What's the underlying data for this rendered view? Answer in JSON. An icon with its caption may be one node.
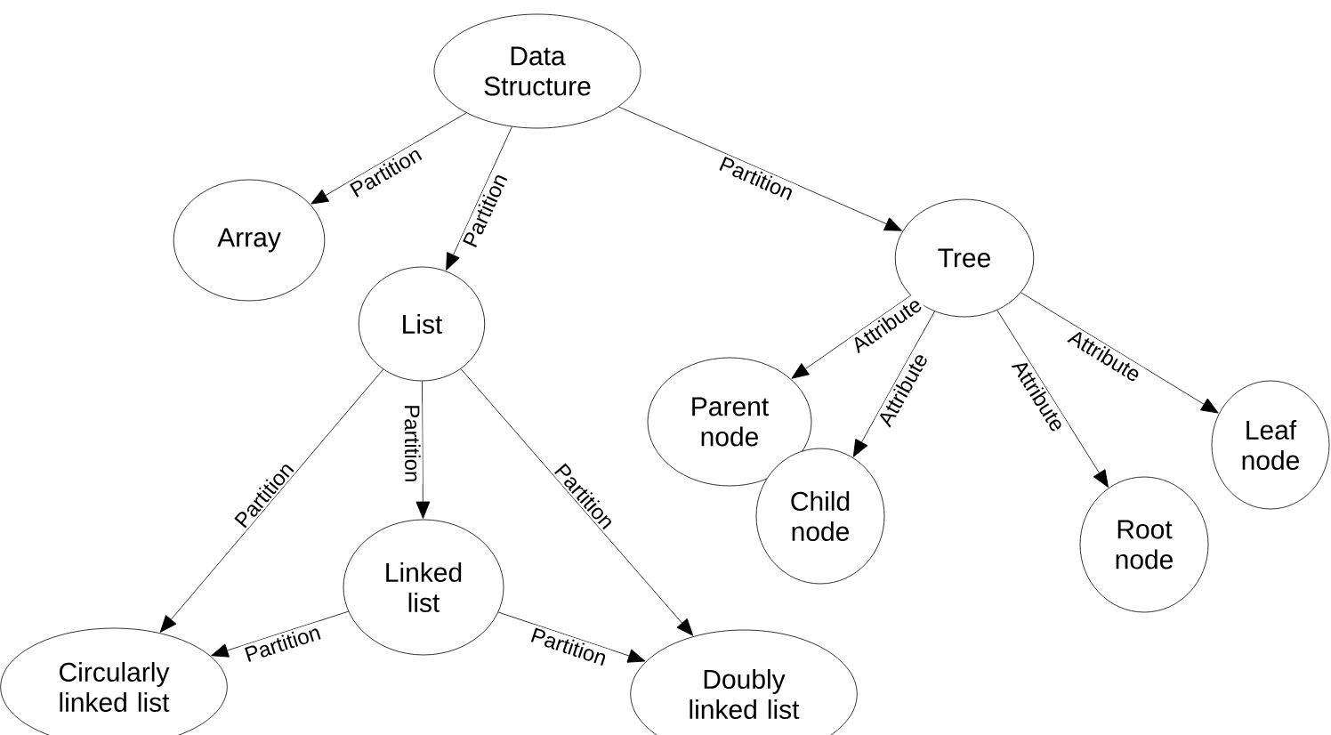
{
  "diagram": {
    "nodes": [
      {
        "text": [
          "Data Structure"
        ]
      },
      {
        "text": [
          "Array"
        ]
      },
      {
        "text": [
          "List"
        ]
      },
      {
        "text": [
          "Tree"
        ]
      },
      {
        "text": [
          "Parent node"
        ]
      },
      {
        "text": [
          "Child node"
        ]
      },
      {
        "text": [
          "Root node"
        ]
      },
      {
        "text": [
          "Leaf node"
        ]
      },
      {
        "text": [
          "Linked list"
        ]
      },
      {
        "text": [
          "Circularly linked list"
        ]
      },
      {
        "text": [
          "Doubly linked list"
        ]
      }
    ],
    "edges": [
      {
        "from": 0,
        "to": 1,
        "arrow": "to",
        "label": "Partition"
      },
      {
        "from": 0,
        "to": 2,
        "arrow": "to",
        "label": "Partition"
      },
      {
        "from": 0,
        "to": 3,
        "arrow": "to",
        "label": "Partition"
      },
      {
        "from": 3,
        "to": 4,
        "arrow": "to",
        "label": "Attribute"
      },
      {
        "from": 3,
        "to": 5,
        "arrow": "to",
        "label": "Attribute"
      },
      {
        "from": 3,
        "to": 6,
        "arrow": "to",
        "label": "Attribute"
      },
      {
        "from": 3,
        "to": 7,
        "arrow": "to",
        "label": "Attribute"
      },
      {
        "from": 2,
        "to": 9,
        "arrow": "to",
        "label": "Partition"
      },
      {
        "from": 2,
        "to": 8,
        "arrow": "to",
        "label": "Partition"
      },
      {
        "from": 2,
        "to": 10,
        "arrow": "to",
        "label": "Partition"
      },
      {
        "from": 8,
        "to": 9,
        "arrow": "to",
        "label": "Partition"
      },
      {
        "from": 8,
        "to": 10,
        "arrow": "to",
        "label": "Partition"
      }
    ]
  }
}
